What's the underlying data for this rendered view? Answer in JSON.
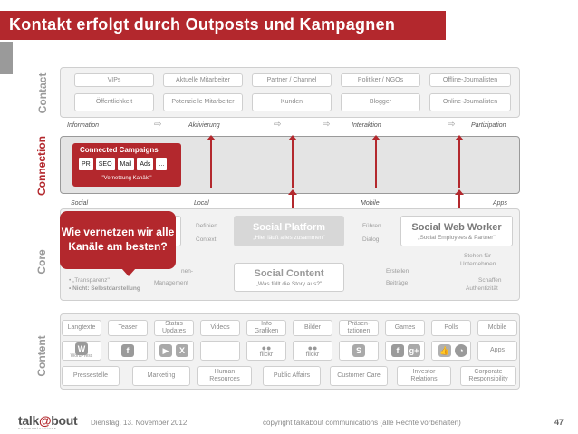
{
  "title": "Kontakt erfolgt durch Outposts und Kampagnen",
  "layers": {
    "contact": "Contact",
    "connection": "Connection",
    "core": "Core",
    "content": "Content"
  },
  "contact_boxes": [
    "VIPs",
    "Aktuelle Mitarbeiter",
    "Partner / Channel",
    "Politiker / NGOs",
    "Offline-Journalisten",
    "Öffentlichkeit",
    "Potenzielle Mitarbeiter",
    "Kunden",
    "Blogger",
    "Online-Journalisten"
  ],
  "stages": [
    "Information",
    "Aktivierung",
    "Interaktion",
    "Partizipation"
  ],
  "channels": [
    "Social",
    "Local",
    "Mobile",
    "Apps"
  ],
  "connected_campaigns": {
    "title": "Connected Campaigns",
    "chips": [
      "PR",
      "SEO",
      "Mail",
      "Ads",
      "..."
    ],
    "subtitle": "\"Vernetzung Kanäle\""
  },
  "bubble": "Wie vernetzen wir alle Kanäle am besten?",
  "core": {
    "platform_title": "Social Platform",
    "platform_sub": "„Hier läuft alles zusammen\"",
    "worker_title": "Social Web Worker",
    "worker_sub": "„Social Employees & Partner\"",
    "content_title": "Social Content",
    "content_sub": "„Was füllt die Story aus?\"",
    "left_top": [
      "Definiert",
      "Context"
    ],
    "right_top": [
      "Führen",
      "Dialog"
    ],
    "left_mid": [
      "nen-",
      "Management"
    ],
    "right_mid": [
      "Erstellen",
      "Beiträge"
    ],
    "far_right_1": [
      "Stehen für",
      "Unternehmen"
    ],
    "far_right_2": [
      "Schaffen",
      "Authentizität"
    ],
    "bullets": [
      "• „Transparenz\"",
      "• Nicht: Selbstdarstellung"
    ]
  },
  "content_row1": [
    "Langtexte",
    "Teaser",
    "Status Updates",
    "Videos",
    "Info Grafiken",
    "Bilder",
    "Präsen-tationen",
    "Games",
    "Polls",
    "Mobile"
  ],
  "content_row2": [
    "WordPress",
    "",
    "",
    "",
    "flickr",
    "flickr",
    "",
    "",
    "",
    "Apps"
  ],
  "content_icons": [
    "wordpress-icon",
    "facebook-icon",
    "youtube-icon",
    "xing-icon",
    "flickr-icon",
    "flickr-icon",
    "slideshare-icon",
    "facebook-icon",
    "googleplus-icon",
    "like-icon",
    "poll-icon",
    "apps-icon"
  ],
  "content_row3": [
    "Pressestelle",
    "Marketing",
    "Human Resources",
    "Public Affairs",
    "Customer Care",
    "Investor Relations",
    "Corporate Responsibility"
  ],
  "footer": {
    "logo": "talkabout",
    "logo_sub": "communications",
    "date": "Dienstag, 13. November 2012",
    "copyright": "copyright talkabout communications (alle Rechte vorbehalten)",
    "page": "47"
  },
  "colors": {
    "accent": "#b3282d",
    "muted": "#9a9a9a"
  }
}
